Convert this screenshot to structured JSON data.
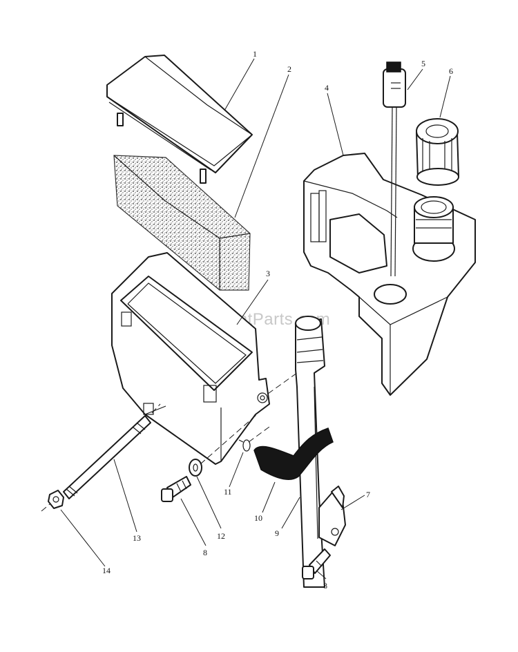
{
  "watermark": "eReplacementParts.com",
  "callouts": {
    "c1": "1",
    "c2": "2",
    "c3": "3",
    "c4": "4",
    "c5": "5",
    "c6": "6",
    "c7": "7",
    "c8a": "8",
    "c8b": "8",
    "c9": "9",
    "c10": "10",
    "c11": "11",
    "c12": "12",
    "c13": "13",
    "c14": "14"
  }
}
